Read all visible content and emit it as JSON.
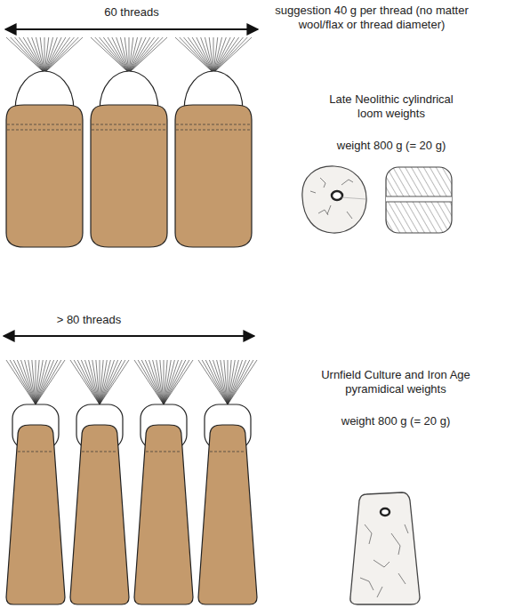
{
  "diagram": {
    "labels": [
      "60 threads",
      "suggestion 40 g per thread (no matter wool/flax or thread diameter)",
      "Late Neolithic cylindrical loom weights",
      "weight 800 g (= 20 g)",
      "> 80 threads",
      "Urnfield Culture and Iron Age pyramidical weights",
      "weight 800 g (= 20 g)"
    ]
  }
}
